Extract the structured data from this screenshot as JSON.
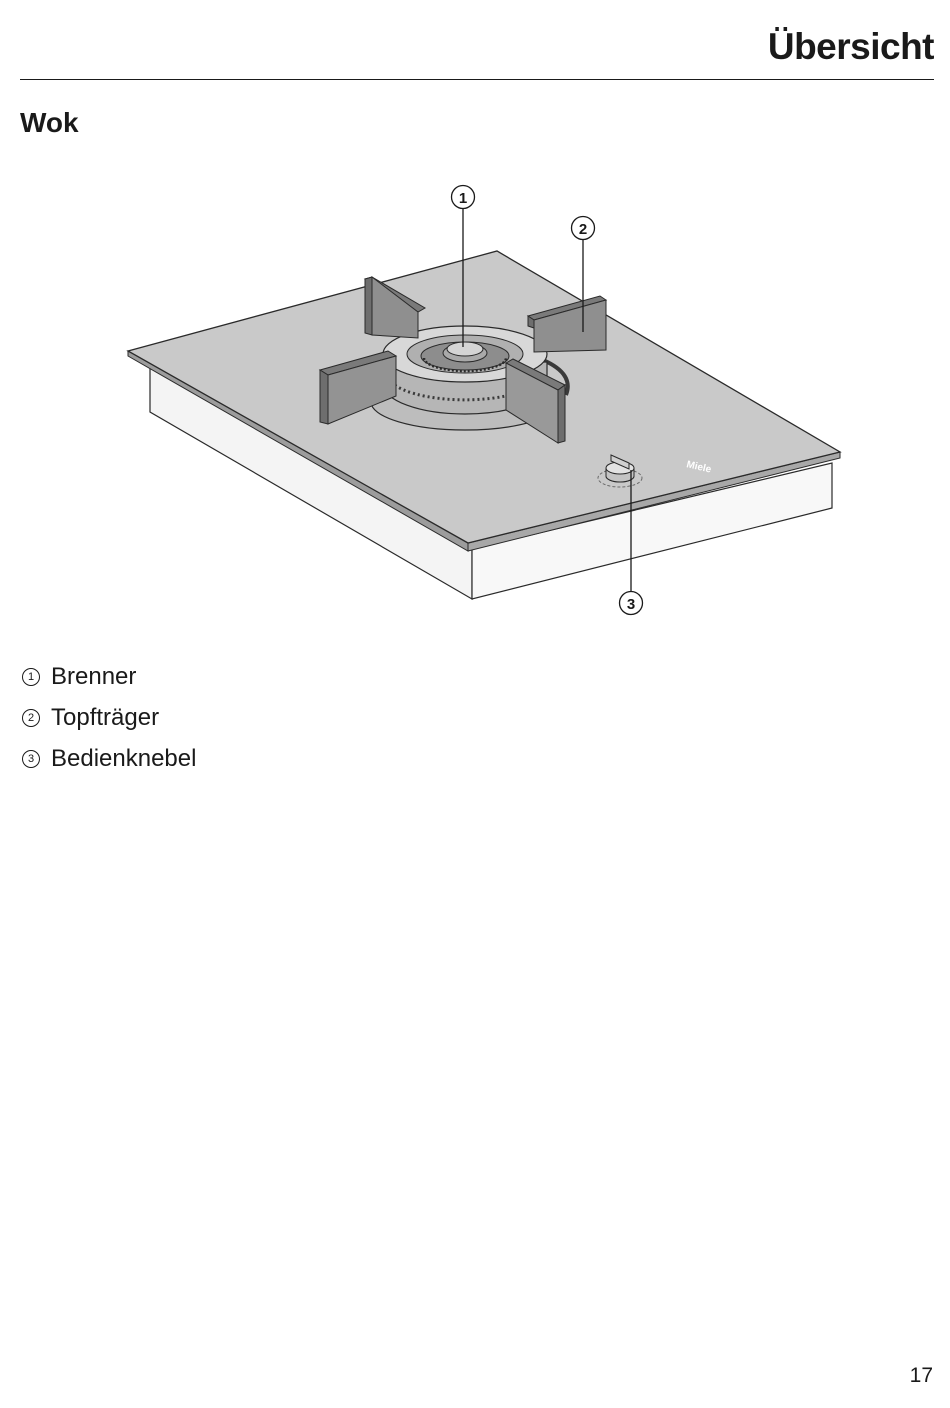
{
  "header": {
    "title": "Übersicht"
  },
  "section": {
    "title": "Wok"
  },
  "figure": {
    "callouts": [
      "1",
      "2",
      "3"
    ],
    "brand_mark": "Miele"
  },
  "legend": {
    "items": [
      {
        "number": "1",
        "label": "Brenner"
      },
      {
        "number": "2",
        "label": "Topfträger"
      },
      {
        "number": "3",
        "label": "Bedienknebel"
      }
    ]
  },
  "footer": {
    "page_number": "17"
  }
}
